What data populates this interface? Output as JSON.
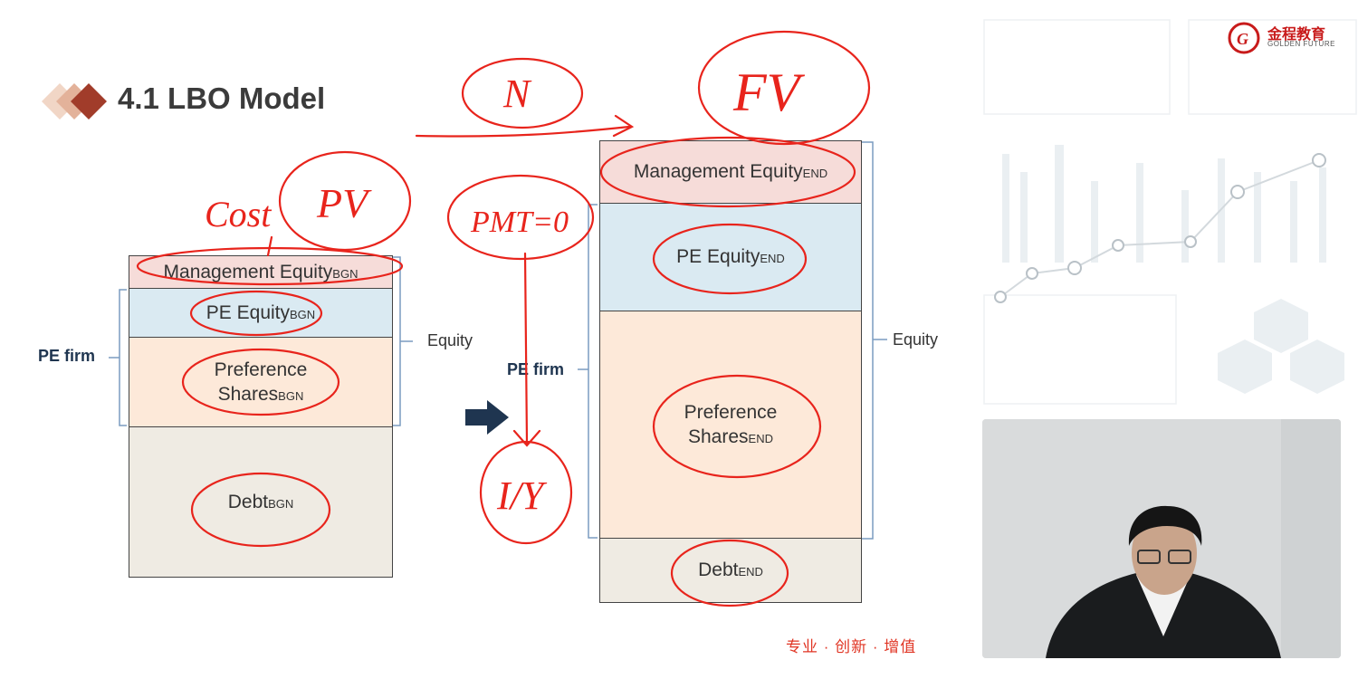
{
  "slide": {
    "title": "4.1 LBO Model",
    "slogan": "专业 · 创新 · 增值"
  },
  "brand": {
    "name": "金程教育",
    "name_en": "GOLDEN FUTURE",
    "color": "#c81b1b"
  },
  "left_stack": {
    "management_equity": {
      "main": "Management Equity",
      "sub": "BGN"
    },
    "pe_equity": {
      "main": "PE Equity",
      "sub": "BGN"
    },
    "preference_shares": {
      "line1": "Preference",
      "main": "Shares",
      "sub": "BGN"
    },
    "debt": {
      "main": "Debt",
      "sub": "BGN"
    },
    "pe_firm_label": "PE firm",
    "equity_label": "Equity"
  },
  "right_stack": {
    "management_equity": {
      "main": "Management Equity",
      "sub": "END"
    },
    "pe_equity": {
      "main": "PE Equity",
      "sub": "END"
    },
    "preference_shares": {
      "line1": "Preference",
      "main": "Shares",
      "sub": "END"
    },
    "debt": {
      "main": "Debt",
      "sub": "END"
    },
    "pe_firm_label": "PE firm",
    "equity_label": "Equity"
  },
  "handwriting": {
    "cost": "Cost",
    "pv": "PV",
    "n": "N",
    "fv": "FV",
    "pmt": "PMT=0",
    "iy": "I/Y"
  },
  "colors": {
    "management": "#f6dcd9",
    "pe_equity": "#daeaf2",
    "preference": "#fde9d9",
    "debt": "#efebe3",
    "annotation": "#e8241c",
    "arrow": "#1f3550"
  },
  "icons": {
    "diamond_bullets": "diamond-bullet-icon",
    "right_arrow": "right-arrow-icon",
    "logo": "golden-future-logo-icon"
  }
}
